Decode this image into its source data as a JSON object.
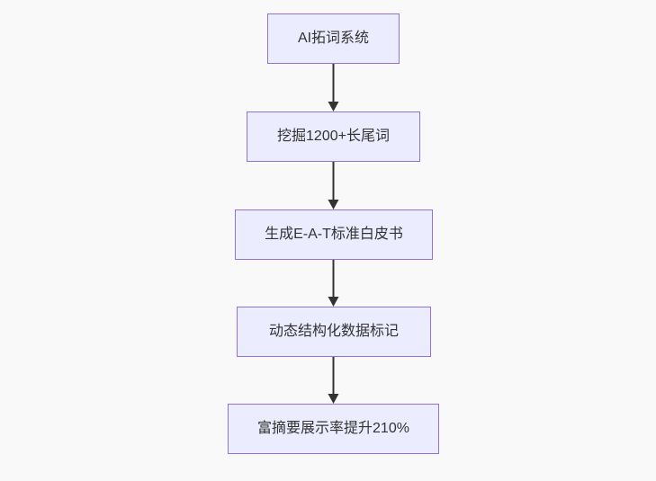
{
  "diagram": {
    "type": "flowchart",
    "direction": "top-to-bottom",
    "nodes": [
      {
        "id": "step-1",
        "label": "AI拓词系统"
      },
      {
        "id": "step-2",
        "label": "挖掘1200+长尾词"
      },
      {
        "id": "step-3",
        "label": "生成E-A-T标准白皮书"
      },
      {
        "id": "step-4",
        "label": "动态结构化数据标记"
      },
      {
        "id": "step-5",
        "label": "富摘要展示率提升210%"
      }
    ],
    "edges": [
      {
        "from": "step-1",
        "to": "step-2",
        "arrow": "down"
      },
      {
        "from": "step-2",
        "to": "step-3",
        "arrow": "down"
      },
      {
        "from": "step-3",
        "to": "step-4",
        "arrow": "down"
      },
      {
        "from": "step-4",
        "to": "step-5",
        "arrow": "down"
      }
    ],
    "colors": {
      "node_fill": "#ECECFF",
      "node_border": "#9370DB",
      "edge_stroke": "#333333",
      "text": "#333333",
      "background": "#f9f9f9"
    }
  }
}
